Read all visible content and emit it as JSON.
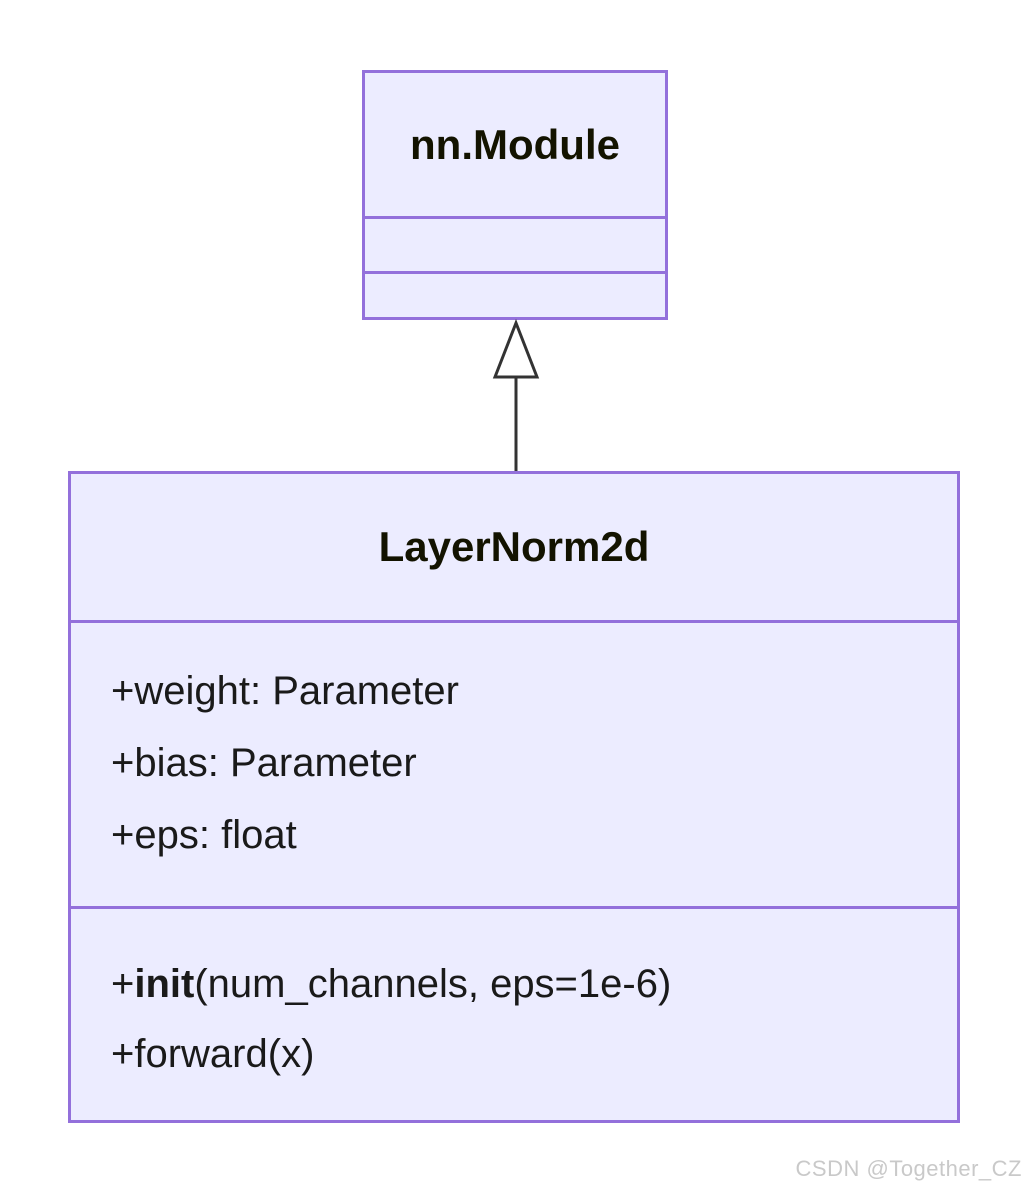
{
  "diagram": {
    "type": "uml-class-diagram",
    "classes": [
      {
        "id": "nn-module",
        "name": "nn.Module",
        "attributes": [],
        "methods": []
      },
      {
        "id": "layernorm2d",
        "name": "LayerNorm2d",
        "attributes": [
          "+weight: Parameter",
          "+bias: Parameter",
          "+eps: float"
        ],
        "methods": [
          {
            "prefix": "+",
            "name": "init",
            "params": "(num_channels, eps=1e-6)"
          },
          {
            "prefix": "+",
            "name": "forward",
            "params": "(x)"
          }
        ]
      }
    ],
    "relationship": {
      "type": "inheritance",
      "from": "LayerNorm2d",
      "to": "nn.Module"
    },
    "colors": {
      "box_fill": "#ECECFF",
      "box_stroke": "#9370DB",
      "arrow_stroke": "#333333",
      "arrowhead_fill": "#ffffff",
      "text": "#1a1a1a",
      "watermark": "#c9c9c9"
    }
  },
  "watermark": "CSDN @Together_CZ"
}
